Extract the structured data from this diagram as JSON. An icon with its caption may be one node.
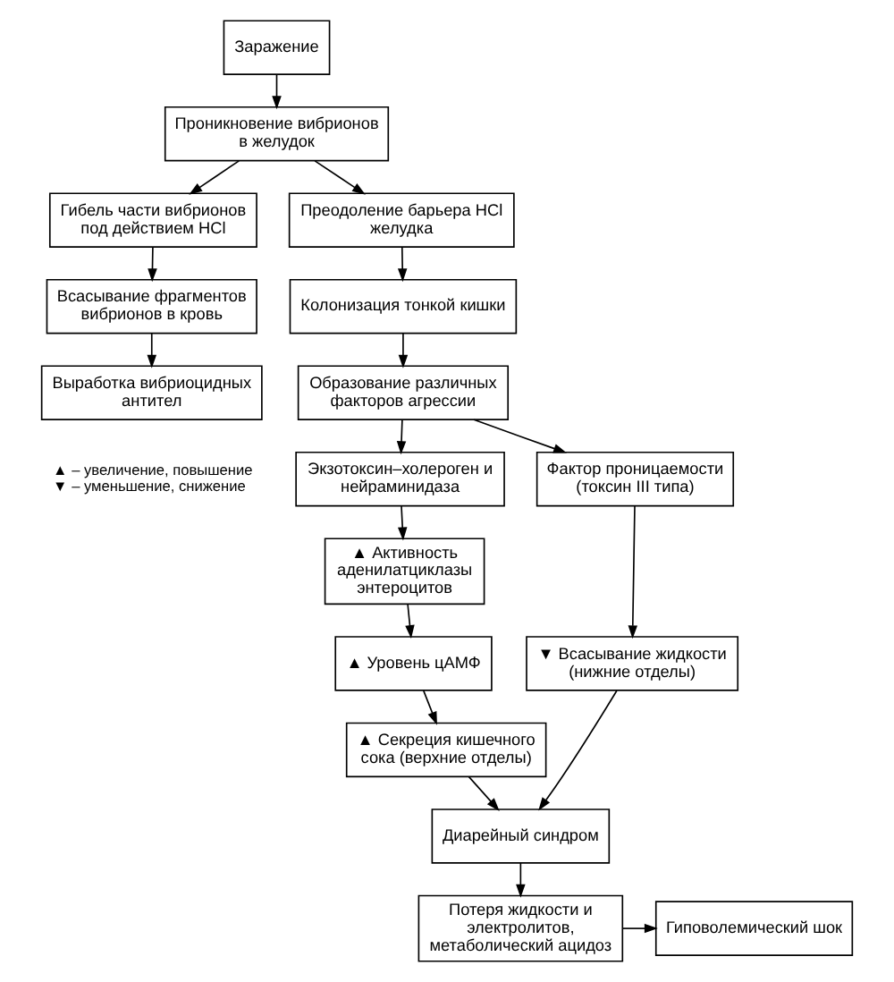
{
  "diagram": {
    "nodes": [
      {
        "text": [
          "Заражение"
        ]
      },
      {
        "text": [
          "Проникновение вибрионов в желудок"
        ]
      },
      {
        "text": [
          "Гибель части вибрионов под действием HCl"
        ]
      },
      {
        "text": [
          "Преодоление барьера HCl желудка"
        ]
      },
      {
        "text": [
          "Всасывание фрагментов вибрионов в кровь"
        ]
      },
      {
        "text": [
          "Колонизация тонкой кишки"
        ]
      },
      {
        "text": [
          "Выработка вибриоцидных антител"
        ]
      },
      {
        "text": [
          "Образование различных факторов агрессии"
        ]
      },
      {
        "text": [
          "Экзотоксин–холероген и нейраминидаза"
        ]
      },
      {
        "text": [
          "Фактор проницаемости (токсин III типа)"
        ]
      },
      {
        "text": [
          "▲ Активность аденилатциклазы энтероцитов"
        ]
      },
      {
        "text": [
          "▲ Уровень цАМФ"
        ]
      },
      {
        "text": [
          "▲ Секреция кишечного сока (верхние отделы)"
        ]
      },
      {
        "text": [
          "▼ Всасывание жидкости (нижние отделы)"
        ]
      },
      {
        "text": [
          "Диарейный синдром"
        ]
      },
      {
        "text": [
          "Потеря жидкости и электролитов, метаболический ацидоз"
        ]
      },
      {
        "text": [
          "Гиповолемический шок"
        ]
      }
    ],
    "edges": [
      {
        "from": 0,
        "to": 1,
        "arrow": "to"
      },
      {
        "from": 1,
        "to": 2,
        "arrow": "to"
      },
      {
        "from": 1,
        "to": 3,
        "arrow": "to"
      },
      {
        "from": 2,
        "to": 4,
        "arrow": "to"
      },
      {
        "from": 3,
        "to": 5,
        "arrow": "to"
      },
      {
        "from": 4,
        "to": 6,
        "arrow": "to"
      },
      {
        "from": 5,
        "to": 7,
        "arrow": "to"
      },
      {
        "from": 7,
        "to": 8,
        "arrow": "to"
      },
      {
        "from": 7,
        "to": 9,
        "arrow": "to"
      },
      {
        "from": 8,
        "to": 10,
        "arrow": "to"
      },
      {
        "from": 10,
        "to": 11,
        "arrow": "to"
      },
      {
        "from": 11,
        "to": 12,
        "arrow": "to"
      },
      {
        "from": 9,
        "to": 13,
        "arrow": "to"
      },
      {
        "from": 12,
        "to": 14,
        "arrow": "to"
      },
      {
        "from": 13,
        "to": 14,
        "arrow": "to"
      },
      {
        "from": 14,
        "to": 15,
        "arrow": "to"
      },
      {
        "from": 15,
        "to": 16,
        "arrow": "to"
      }
    ],
    "legend": [
      {
        "text": "▲ – увеличение, повышение"
      },
      {
        "text": "▼ – уменьшение, снижение"
      }
    ]
  }
}
